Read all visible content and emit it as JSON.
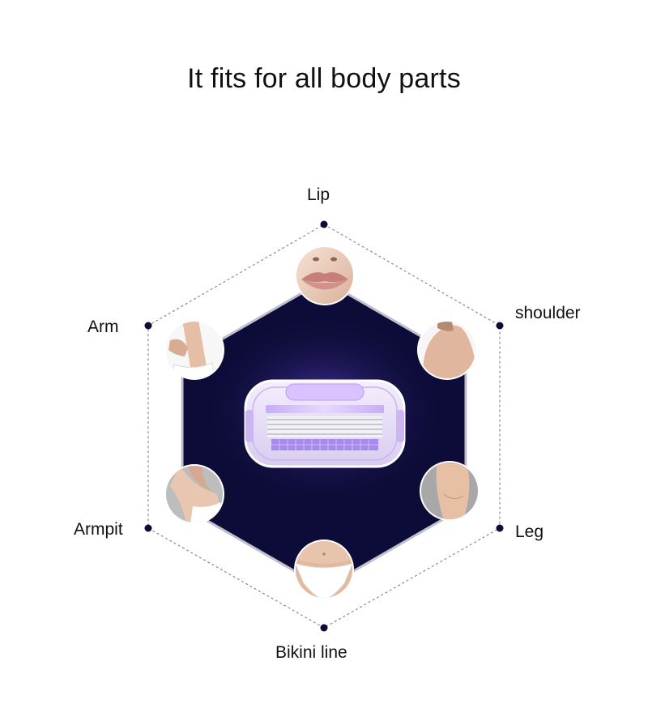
{
  "heading": "It fits for all body parts",
  "body_parts": {
    "top": "Lip",
    "upper_right": "shoulder",
    "upper_left": "Arm",
    "lower_left": "Armpit",
    "lower_right": "Leg",
    "bottom": "Bikini line"
  },
  "colors": {
    "hexagon_fill": "#0d0c38",
    "glow": "#6a4fc0",
    "razor_accent": "#b79cf0",
    "dot": "#0d0c38",
    "dashed_line": "#8a8a9a"
  },
  "icons": [
    "lip-photo",
    "shoulder-photo",
    "arm-photo",
    "armpit-photo",
    "leg-photo",
    "bikini-photo",
    "razor-cartridge"
  ]
}
